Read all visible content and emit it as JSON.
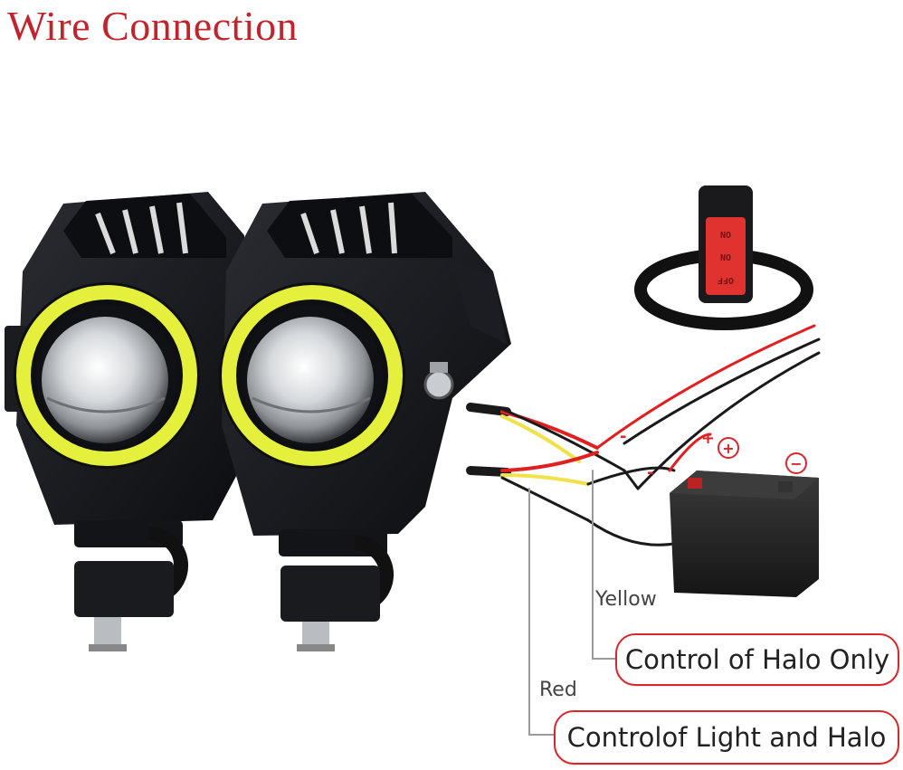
{
  "title": "Wire Connection",
  "wire_labels": {
    "yellow": "Yellow",
    "red": "Red"
  },
  "callouts": {
    "halo_only": "Control of Halo Only",
    "light_and_halo": "Controlof Light and Halo"
  },
  "switch": {
    "positions": [
      "ON",
      "ON",
      "OFF"
    ]
  },
  "battery": {
    "positive": "+",
    "negative": "−"
  },
  "wire_marks": {
    "plus": "+",
    "minus": "-"
  },
  "colors": {
    "title": "#c0252d",
    "callout_border": "#d8262b",
    "halo_ring": "#e4f03c",
    "wire_red": "#e02020",
    "wire_yellow": "#f2e24a",
    "lamp_body": "#15161a"
  },
  "icons": [
    "fog-lamp-icon",
    "switch-icon",
    "battery-icon"
  ]
}
